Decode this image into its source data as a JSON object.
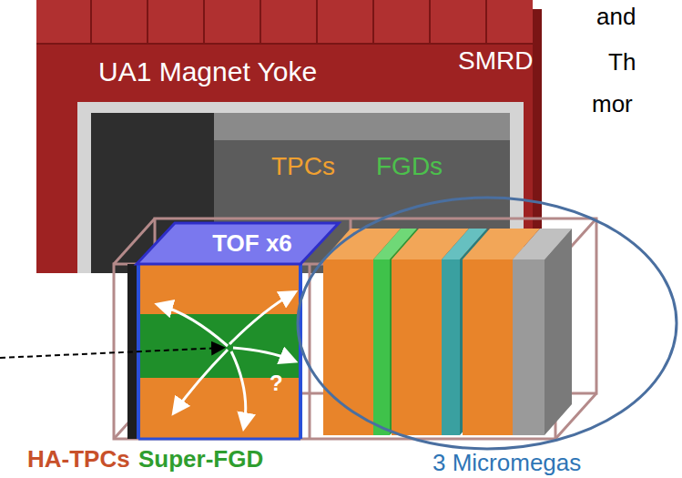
{
  "diagram": {
    "nodes": [
      {
        "text": [
          "TOF x6"
        ]
      }
    ],
    "labels": [
      "UA1 Magnet Yoke",
      "SMRD",
      "TPCs",
      "FGDs",
      "?",
      "HA-TPCs",
      "Super-FGD",
      "3 Micromegas",
      "and",
      "Th",
      "mor"
    ]
  }
}
